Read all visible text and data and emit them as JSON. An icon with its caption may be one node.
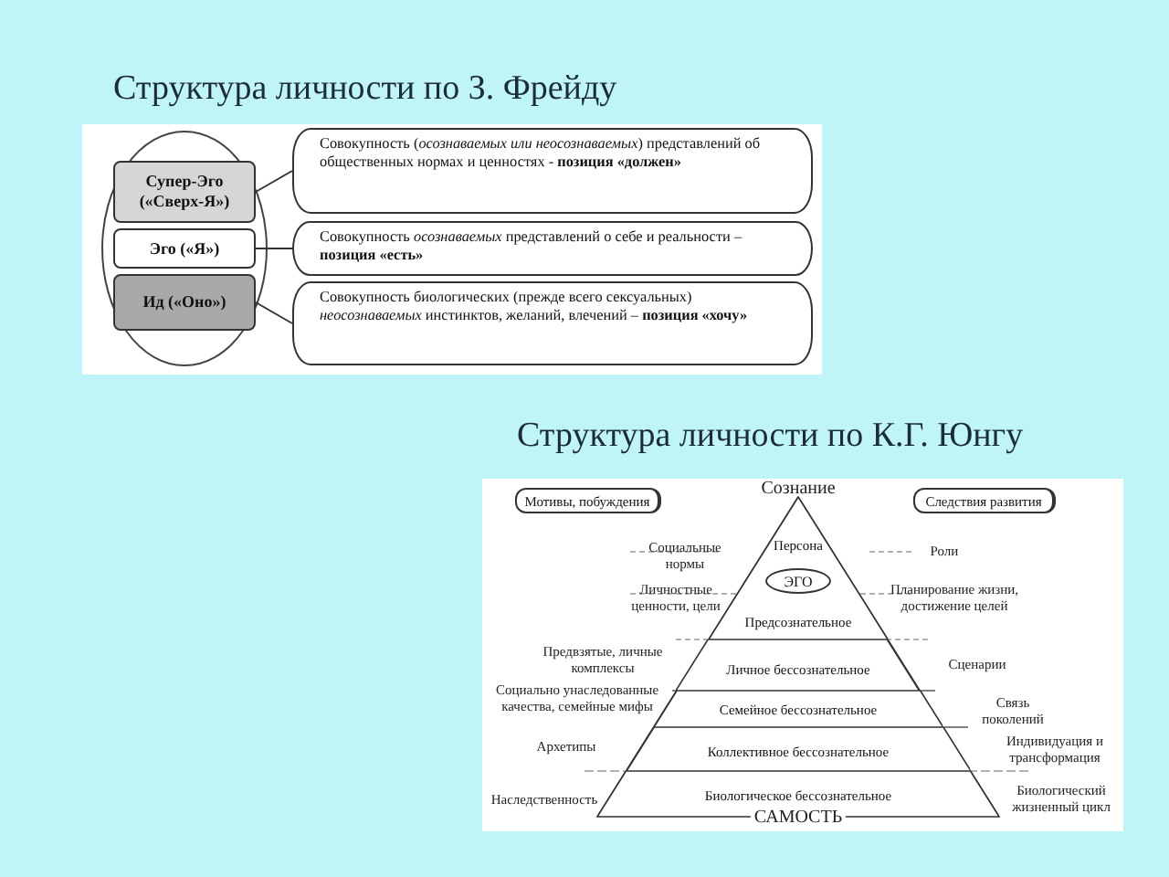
{
  "diagram": {
    "title": "Структура личности по З. Фрейду",
    "nodes": [
      {
        "text": [
          "Супер-Эго («Сверх-Я»)"
        ]
      },
      {
        "text": [
          "Эго («Я»)"
        ]
      },
      {
        "text": [
          "Ид («Оно»)"
        ]
      },
      {
        "text": [
          "Совокупность (*осознаваемых или неосознаваемых*) представлений об общественных нормах и ценностях - **позиция «должен»**"
        ]
      },
      {
        "text": [
          "Совокупность *осознаваемых* представлений о себе и реальности – **позиция «есть»**"
        ]
      },
      {
        "text": [
          "Совокупность биологических (прежде всего сексуальных) *неосознаваемых* инстинктов, желаний, влечений – **позиция «хочу»**"
        ]
      },
      {
        "text": [
          "Мотивы, побуждения"
        ]
      },
      {
        "text": [
          "Следствия развития"
        ]
      },
      {
        "text": [
          "Персона",
          "Предсознательное"
        ]
      },
      {
        "text": [
          "ЭГО"
        ],
        "in": 8
      },
      {
        "text": [
          "Личное бессознательное"
        ]
      },
      {
        "text": [
          "Семейное бессознательное"
        ]
      },
      {
        "text": [
          "Коллективное бессознательное"
        ]
      },
      {
        "text": [
          "Биологическое бессознательное"
        ]
      }
    ],
    "edges": [
      {
        "from": 3,
        "to": 0,
        "arrow": "none"
      },
      {
        "from": 4,
        "to": 1,
        "arrow": "none"
      },
      {
        "from": 5,
        "to": 2,
        "arrow": "none"
      }
    ],
    "labels": [
      "Структура личности по К.Г. Юнгу",
      "Сознание",
      "Социальные нормы",
      "Роли",
      "Личностные ценности, цели",
      "Планирование жизни, достижение целей",
      "Предвзятые, личные комплексы",
      "Сценарии",
      "Социально унаследованные качества, семейные мифы",
      "Связь поколений",
      "Архетипы",
      "Индивидуация и трансформация",
      "Наследственность",
      "Биологический жизненный цикл",
      "САМОСТЬ"
    ]
  }
}
